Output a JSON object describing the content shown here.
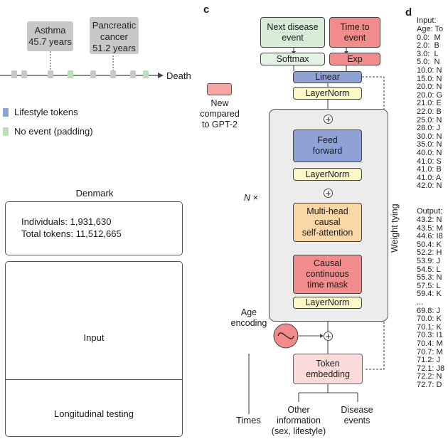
{
  "timeline": {
    "events": [
      {
        "name": "Asthma",
        "age": "45.7 years"
      },
      {
        "name": "Pancreatic cancer",
        "name_lines": [
          "Pancreatic",
          "cancer"
        ],
        "age": "51.2 years"
      }
    ],
    "end_label": "Death"
  },
  "legend": {
    "items": [
      {
        "label": "Lifestyle tokens",
        "color": "#8ea2d6"
      },
      {
        "label": "No event (padding)",
        "color": "#b9e0b9"
      }
    ],
    "new_vs_gpt2": [
      "New",
      "compared",
      "to GPT-2"
    ]
  },
  "dataset": {
    "country": "Denmark",
    "individuals": "Individuals: 1,931,630",
    "tokens": "Total tokens: 11,512,665",
    "input_label": "Input",
    "testing_label": "Longitudinal testing"
  },
  "panel_c": {
    "letter": "c",
    "next_event": [
      "Next disease",
      "event"
    ],
    "time_to_event": [
      "Time to",
      "event"
    ],
    "softmax": "Softmax",
    "exp": "Exp",
    "linear": "Linear",
    "layernorm": "LayerNorm",
    "feed_forward": [
      "Feed",
      "forward"
    ],
    "attention": [
      "Multi-head",
      "causal",
      "self-attention"
    ],
    "time_mask": [
      "Causal",
      "continuous",
      "time mask"
    ],
    "repeat": "N ×",
    "weight_tying": "Weight tying",
    "age_encoding": [
      "Age",
      "encoding"
    ],
    "token_embedding": [
      "Token",
      "embedding"
    ],
    "times": "Times",
    "other_info": [
      "Other",
      "information",
      "(sex, lifestyle)"
    ],
    "disease_events": [
      "Disease",
      "events"
    ]
  },
  "panel_d": {
    "letter": "d",
    "input_header": "Input:",
    "input_lines": [
      "Age: To",
      "0.0:  M",
      "2.0:  B",
      "3.0:  L",
      "5.0:  N",
      "10.0: N",
      "15.0: N",
      "20.0: N",
      "20.0: G",
      "21.0: E",
      "22.0: B",
      "25.0: N",
      "28.0: J",
      "30.0: N",
      "35.0: N",
      "40.0: N",
      "41.0: S",
      "41.0: B",
      "41.0: A",
      "42.0: N"
    ],
    "output_header": "Output:",
    "output_lines": [
      "43.2: N",
      "43.5: M",
      "44.6: I8",
      "50.4: K",
      "52.2: H",
      "53.9: J",
      "54.5: L",
      "55.3: N",
      "57.5: L",
      "59.4: K",
      "...",
      "69.8: J",
      "70.0: K",
      "70.1: K",
      "70.3: I1",
      "70.4: M",
      "70.7: M",
      "71.2: J",
      "72.1: J8",
      "72.2: N",
      "72.7: D"
    ]
  },
  "colors": {
    "green": "#d6ecd6",
    "red": "#f28b8b",
    "blue": "#8ea2d6",
    "yellow": "#fbf7c6",
    "orange": "#fbd7a6",
    "pink": "#fbdada",
    "grey": "#c8c8c8"
  }
}
